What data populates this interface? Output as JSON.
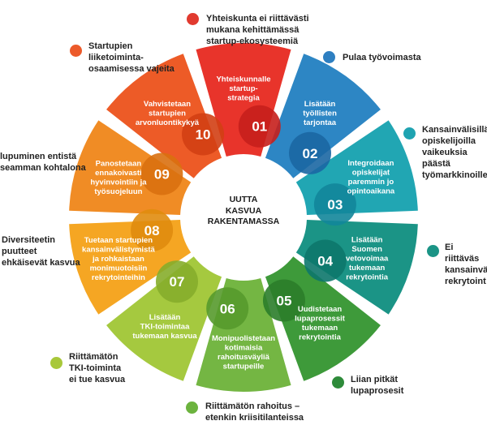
{
  "center_title": "UUTTA\nKASVUA\nRAKENTAMASSA",
  "segments": [
    {
      "number": "01",
      "text": "Yhteiskunnalle\nstartup-\nstrategia",
      "color": "#e8342b",
      "dark": "#c71f1c"
    },
    {
      "number": "02",
      "text": "Lisätään\ntyöllisten\ntarjontaa",
      "color": "#2d86c4",
      "dark": "#1b67a3"
    },
    {
      "number": "03",
      "text": "Integroidaan\nopiskelijat\nparemmin jo\nopintoaikana",
      "color": "#21a6b3",
      "dark": "#12869a"
    },
    {
      "number": "04",
      "text": "Lisätään\nSuomen\nvetovoimaa\ntukemaan\nrekrytointia",
      "color": "#1b9486",
      "dark": "#0d776c"
    },
    {
      "number": "05",
      "text": "Uudistetaan\nlupaprosessit\ntukemaan\nrekrytointia",
      "color": "#3e9a3a",
      "dark": "#2b7d2a"
    },
    {
      "number": "06",
      "text": "Monipuolistetaan\nkotimaisia\nrahoitusväyliä\nstartupeille",
      "color": "#74b643",
      "dark": "#579a2c"
    },
    {
      "number": "07",
      "text": "Lisätään\nTKI-toimintaa\ntukemaan kasvua",
      "color": "#a5c93f",
      "dark": "#86ad2b"
    },
    {
      "number": "08",
      "text": "Tuetaan startupien\nkansainvälistymistä\nja rohkaistaan\nmonimuotoisiin\nrekrytointeihin",
      "color": "#f5a623",
      "dark": "#e08c0e"
    },
    {
      "number": "09",
      "text": "Panostetaan\nennakoivasti\nhyvinvointiin ja\ntyösuojeluun",
      "color": "#f08c25",
      "dark": "#d9700f"
    },
    {
      "number": "10",
      "text": "Vahvistetaan\nstartupien\narvonluontikykyä",
      "color": "#ed5b27",
      "dark": "#d23f14"
    }
  ],
  "notes": [
    {
      "text": "Yhteiskunta ei riittävästi\nmukana kehittämässä\nstartup-ekosysteemiä",
      "color": "#e13a2f"
    },
    {
      "text": "Pulaa työvoimasta",
      "color": "#2e7fc1"
    },
    {
      "text": "Kansainvälisillä\nopiskelijoilla\nvaikeuksia päästä\ntyömarkkinoille",
      "color": "#1fa3b1"
    },
    {
      "text": "Ei riittäväs\nkansainvä\nrekrytoint",
      "color": "#1b9486"
    },
    {
      "text": "Liian pitkät\nlupaprosesit",
      "color": "#2e8b3a"
    },
    {
      "text": "Riittämätön rahoitus –\netenkin kriisitilanteissa",
      "color": "#6cb33e"
    },
    {
      "text": "Riittämätön\nTKI-toiminta\nei tue kasvua",
      "color": "#a8c83a"
    },
    {
      "text": "Diversiteetin\npuutteet\nehkäisevät kasvua",
      "color": "#f2a020"
    },
    {
      "text": "lupuminen entistä\nseamman kohtalona",
      "color": "#ef8a25"
    },
    {
      "text": "Startupien\nliiketoiminta-\nosaamisessa vajeita",
      "color": "#ec5a2a"
    }
  ]
}
